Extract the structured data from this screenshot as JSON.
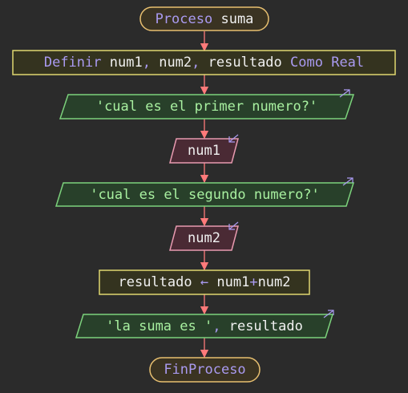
{
  "flowchart": {
    "proceso_keyword": "Proceso",
    "proceso_name": "suma",
    "definir_keyword": "Definir",
    "definir_vars_1": "num1",
    "definir_sep_1": ",",
    "definir_vars_2": "num2",
    "definir_sep_2": ",",
    "definir_vars_3": "resultado",
    "como_real": "Como Real",
    "output_1": "'cual es el primer numero?'",
    "input_1": "num1",
    "output_2": "'cual es el segundo numero?'",
    "input_2": "num2",
    "assign_target": "resultado",
    "assign_arrow": "←",
    "assign_op1": "num1",
    "assign_plus": "+",
    "assign_op2": "num2",
    "output_3_string": "'la suma es '",
    "output_3_sep": ",",
    "output_3_var": "resultado",
    "fin_proceso": "FinProceso"
  },
  "colors": {
    "background": "#2b2b2b",
    "connector": "#ff7a7a",
    "terminal_border": "#e8c070",
    "process_border": "#e0d870",
    "output_border": "#7cd27c",
    "input_border": "#e89ab0",
    "keyword": "#a99af0",
    "string": "#a8f0a0"
  }
}
